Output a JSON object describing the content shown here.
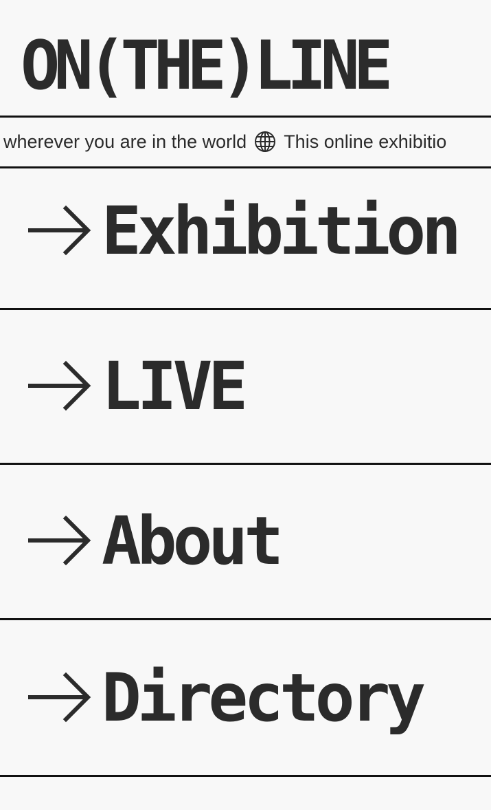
{
  "header": {
    "logo_text": "ON(THE)LINE"
  },
  "ticker": {
    "text_before": "wherever you are in the world",
    "icon": "globe-icon",
    "text_after": "This online exhibitio"
  },
  "nav": {
    "items": [
      {
        "label": "Exhibition",
        "icon": "arrow-right-icon"
      },
      {
        "label": "LIVE",
        "icon": "arrow-right-icon"
      },
      {
        "label": "About",
        "icon": "arrow-right-icon"
      },
      {
        "label": "Directory",
        "icon": "arrow-right-icon"
      }
    ]
  },
  "colors": {
    "background": "#f8f8f8",
    "text": "#2b2b2b",
    "rule": "#111111"
  }
}
